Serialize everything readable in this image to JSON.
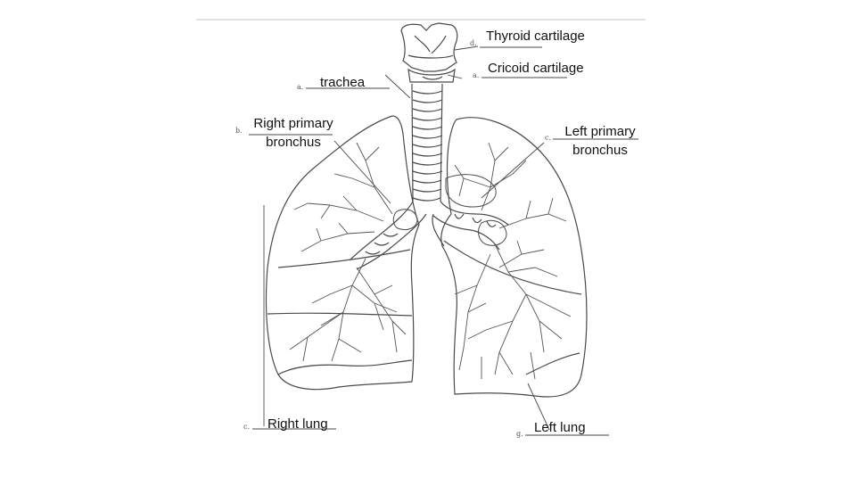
{
  "labels": {
    "thyroid": "Thyroid cartilage",
    "cricoid": "Cricoid cartilage",
    "trachea": "trachea",
    "right_primary_l1": "Right primary",
    "right_primary_l2": "bronchus",
    "left_primary_l1": "Left primary",
    "left_primary_l2": "bronchus",
    "right_lung": "Right lung",
    "left_lung": "Left lung"
  },
  "letters": {
    "a1": "a.",
    "a2": "a.",
    "b": "b.",
    "c1": "c.",
    "c2": "c.",
    "d": "d.",
    "g": "g."
  },
  "colors": {
    "line": "#4a4a4a",
    "text": "#111111",
    "divider": "#d9d9d9"
  }
}
